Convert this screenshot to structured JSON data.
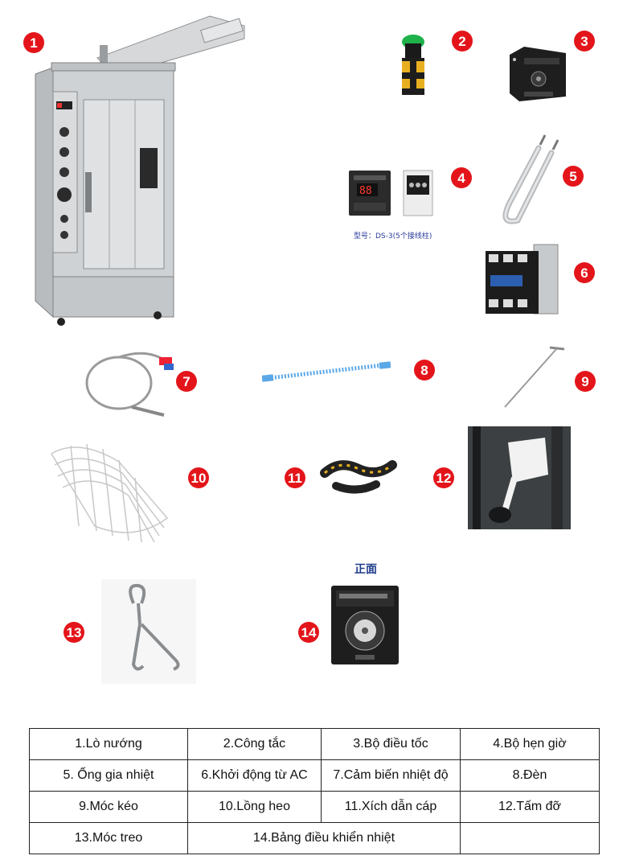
{
  "badges": [
    "1",
    "2",
    "3",
    "4",
    "5",
    "6",
    "7",
    "8",
    "9",
    "10",
    "11",
    "12",
    "13",
    "14"
  ],
  "captions": {
    "ds3_model": "型号：DS-3(5个接线柱)",
    "front_label": "正面"
  },
  "colors": {
    "badge": "#e3151a",
    "steel": "#c9ccce",
    "switch_green": "#1fb24a",
    "lamp_blue": "#5aa8e8"
  },
  "parts_table": {
    "rows": [
      [
        "1.Lò nướng",
        "2.Công tắc",
        "3.Bộ điều tốc",
        "4.Bộ hẹn giờ"
      ],
      [
        "5. Ống gia nhiệt",
        "6.Khởi động từ AC",
        "7.Cảm biến nhiệt độ",
        "8.Đèn"
      ],
      [
        "9.Móc kéo",
        "10.Lồng heo",
        "11.Xích dẫn cáp",
        "12.Tấm đỡ"
      ],
      [
        "13.Móc treo",
        "14.Bảng điều khiển nhiệt",
        "",
        ""
      ]
    ]
  }
}
